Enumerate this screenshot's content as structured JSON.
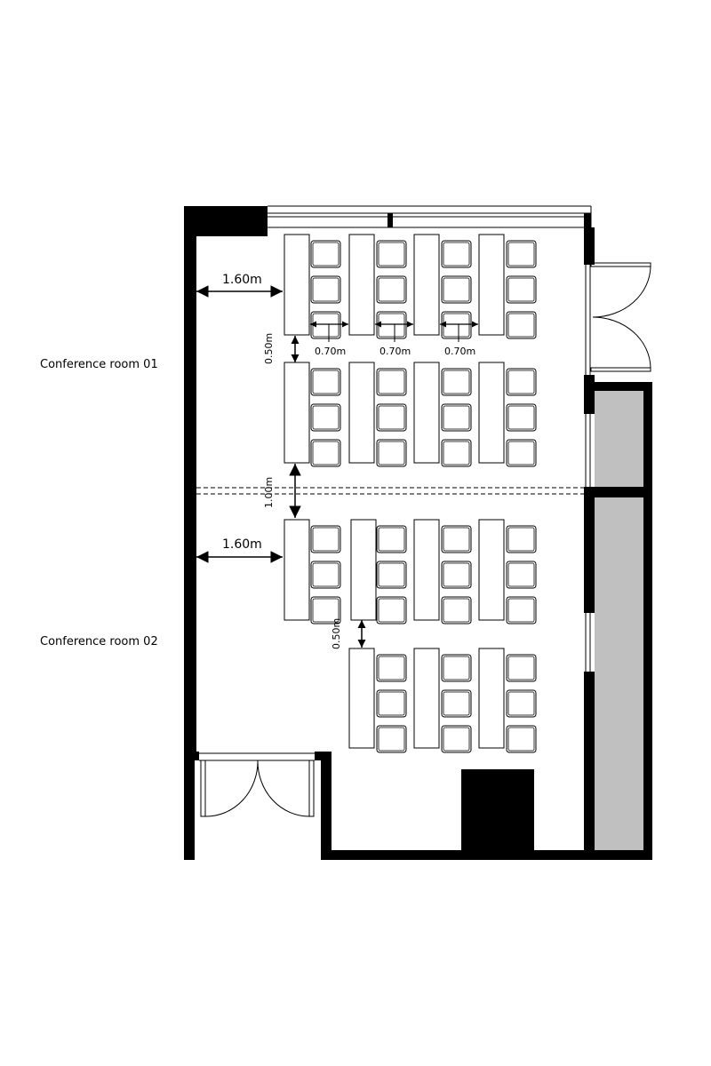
{
  "rooms": [
    {
      "label": "Conference room 01"
    },
    {
      "label": "Conference room 02"
    }
  ],
  "dimensions": {
    "wall_clearance_1": "1.60m",
    "wall_clearance_2": "1.60m",
    "row_gap_1": "0.50m",
    "row_gap_2": "0.50m",
    "partition_gap": "1.00m",
    "chair_spacing": [
      "0.70m",
      "0.70m",
      "0.70m"
    ]
  },
  "colors": {
    "wall": "#000000",
    "service_room_fill": "#c0c0c0",
    "line": "#000000",
    "background": "#ffffff"
  }
}
